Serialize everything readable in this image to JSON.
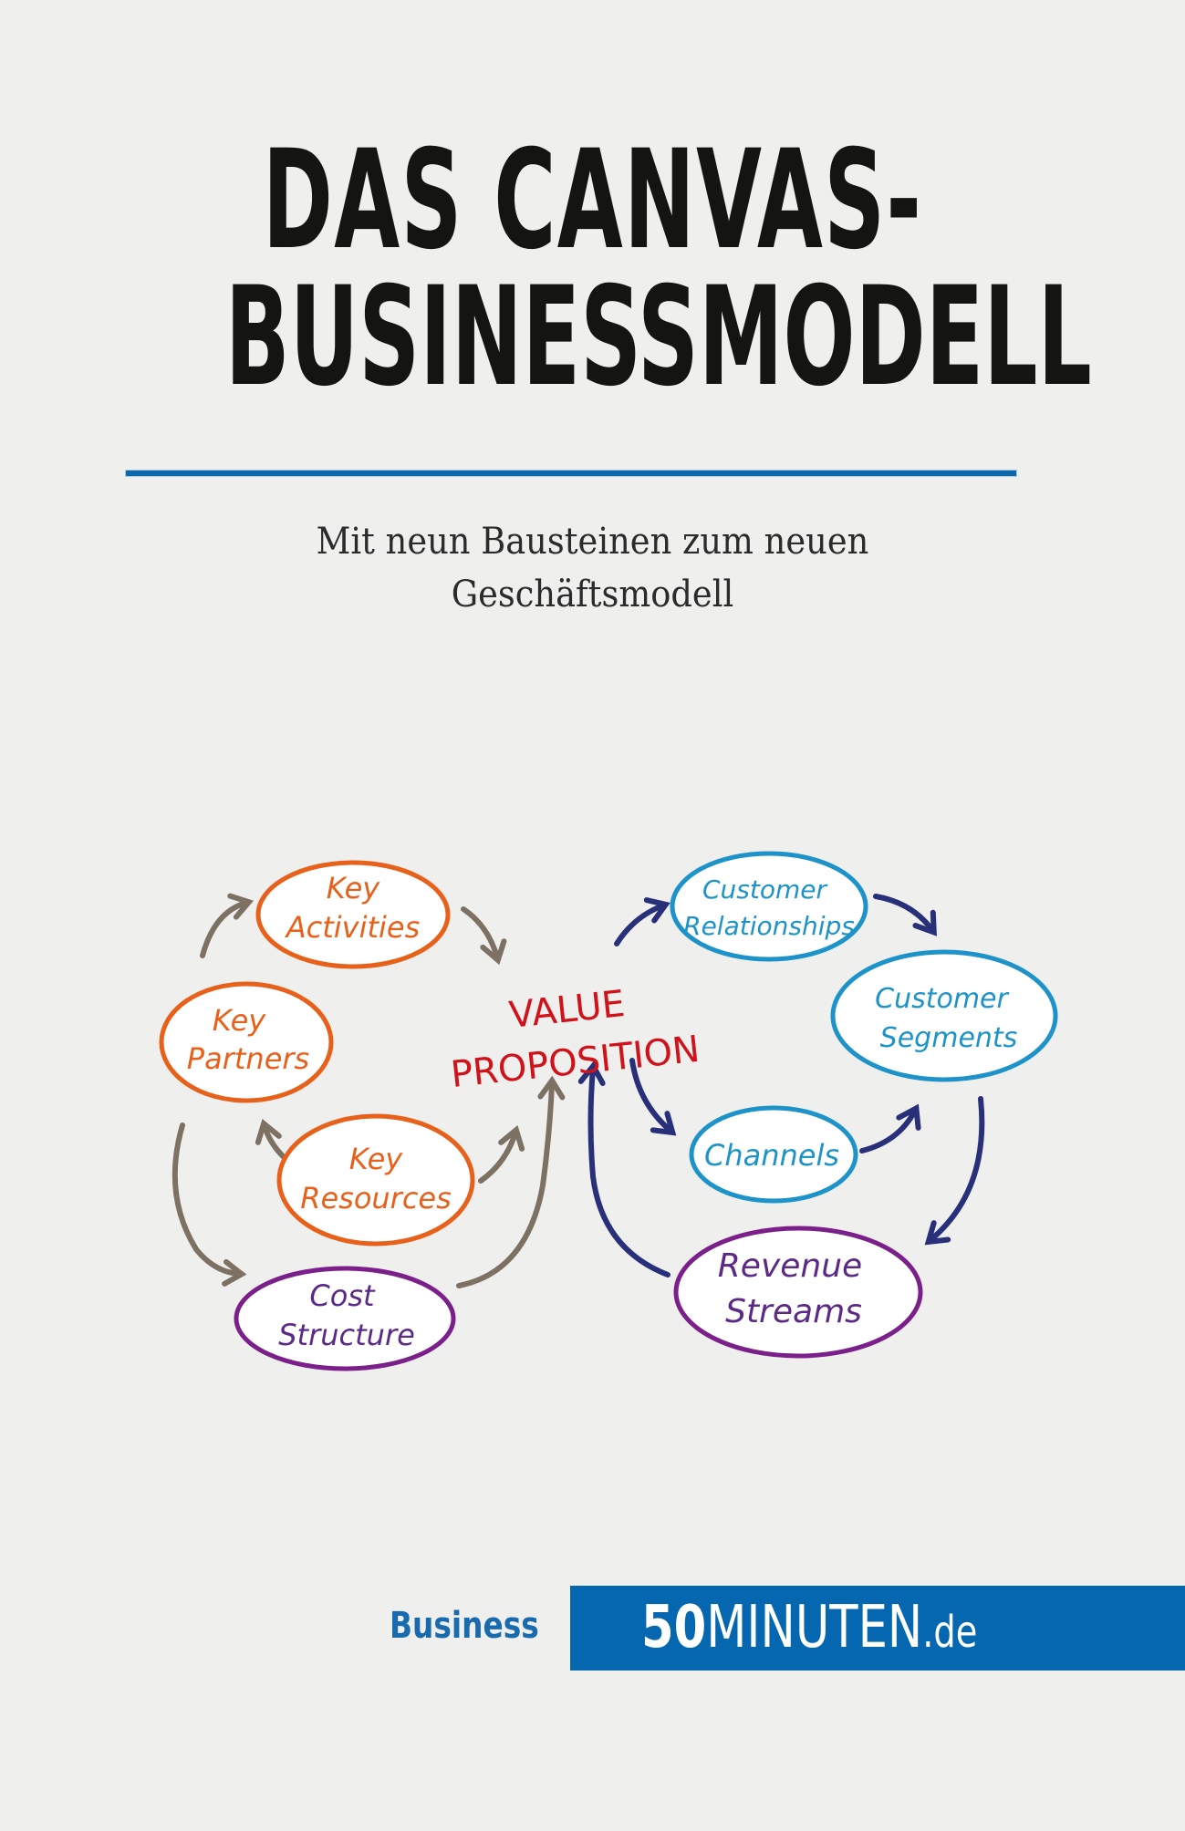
{
  "cover": {
    "title_line1": "DAS CANVAS-",
    "title_line2": "BUSINESSMODELL",
    "subtitle_line1": "Mit neun Bausteinen zum neuen",
    "subtitle_line2": "Geschäftsmodell",
    "accent_color": "#0d67ad"
  },
  "diagram": {
    "center_label_line1": "VALUE",
    "center_label_line2": "PROPOSITION",
    "center_color": "#d0121b",
    "nodes": [
      {
        "line1": "Key",
        "line2": "Activities",
        "color": "#e8611b"
      },
      {
        "line1": "Key",
        "line2": "Partners",
        "color": "#e8611b"
      },
      {
        "line1": "Key",
        "line2": "Resources",
        "color": "#e8611b"
      },
      {
        "line1": "Cost",
        "line2": "Structure",
        "color": "#7b1f8a"
      },
      {
        "line1": "Customer",
        "line2": "Relationships",
        "color": "#1d93c9"
      },
      {
        "line1": "Customer",
        "line2": "Segments",
        "color": "#1d93c9"
      },
      {
        "line1": "Channels",
        "line2": "",
        "color": "#1d93c9"
      },
      {
        "line1": "Revenue",
        "line2": "Streams",
        "color": "#7b1f8a"
      }
    ],
    "arrow_colors": {
      "left": "#7d7163",
      "right": "#29307a"
    }
  },
  "footer": {
    "category": "Business",
    "brand_number": "50",
    "brand_word": "MINUTEN",
    "brand_tld": ".de",
    "brand_color": "#0567b0"
  }
}
